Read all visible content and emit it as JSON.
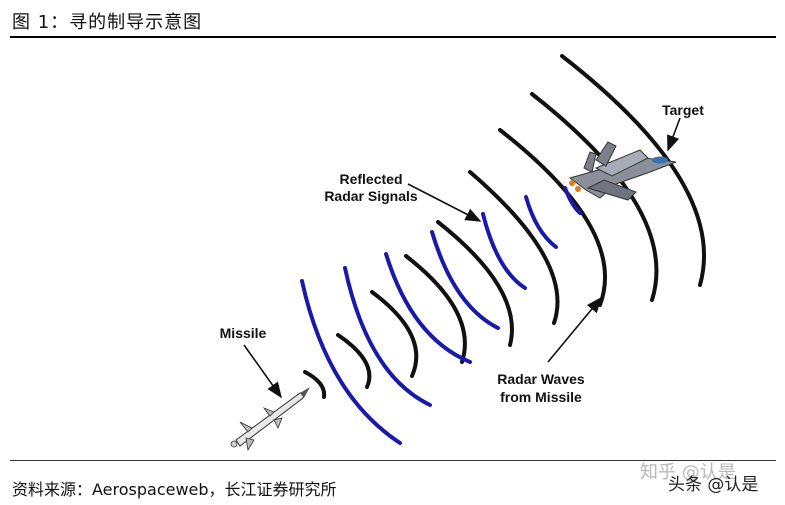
{
  "figure": {
    "title": "图 1：寻的制导示意图"
  },
  "diagram": {
    "labels": {
      "target": "Target",
      "reflected_line1": "Reflected",
      "reflected_line2": "Radar Signals",
      "missile": "Missile",
      "waves_line1": "Radar Waves",
      "waves_line2": "from Missile"
    },
    "colors": {
      "radar_waves": "#111111",
      "reflected_signals": "#1a1aa8"
    }
  },
  "source": {
    "text": "资料来源：Aerospaceweb，长江证券研究所"
  },
  "watermark": {
    "line1": "知乎 @认是",
    "line2": "头条 @认是"
  }
}
